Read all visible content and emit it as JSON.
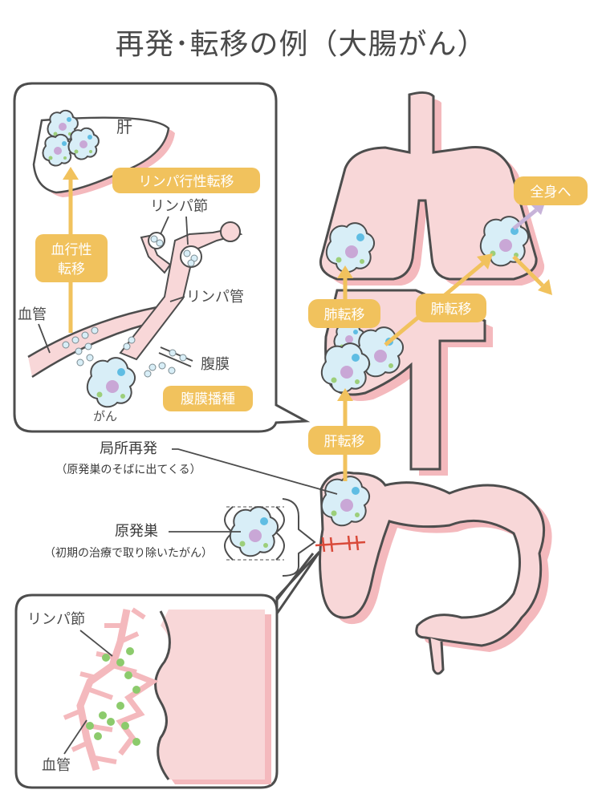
{
  "title": "再発･転移の例（大腸がん）",
  "labels": {
    "liver": "肝",
    "lymphatic_metastasis": "リンパ行性転移",
    "lymph_node_top": "リンパ節",
    "hematogenous_line1": "血行性",
    "hematogenous_line2": "転移",
    "lymph_vessel": "リンパ管",
    "blood_vessel_top": "血管",
    "peritoneum": "腹膜",
    "peritoneal_dissemination": "腹膜播種",
    "cancer": "がん",
    "whole_body": "全身へ",
    "lung_metastasis_left": "肺転移",
    "lung_metastasis_right": "肺転移",
    "liver_metastasis": "肝転移",
    "local_recurrence": "局所再発",
    "local_recurrence_note": "（原発巣のそばに出てくる）",
    "primary_lesion": "原発巣",
    "primary_lesion_note": "（初期の治療で取り除いたがん）",
    "lymph_node_bottom": "リンパ節",
    "blood_vessel_bottom": "血管"
  },
  "colors": {
    "outline": "#4d4d4d",
    "organ_fill": "#f8d7d8",
    "organ_shadow": "#f4b9bd",
    "arrow": "#f1c25d",
    "label_bg": "#f1c25d",
    "cell_fill": "#d8eef7",
    "cell_nucleus": "#c9a7d6",
    "cell_blue": "#5fbde3",
    "cell_green": "#9ccf7a",
    "lymph_node": "#8ccb6c",
    "suture": "#d94a3a",
    "purple_arrow": "#c7b3d9"
  }
}
